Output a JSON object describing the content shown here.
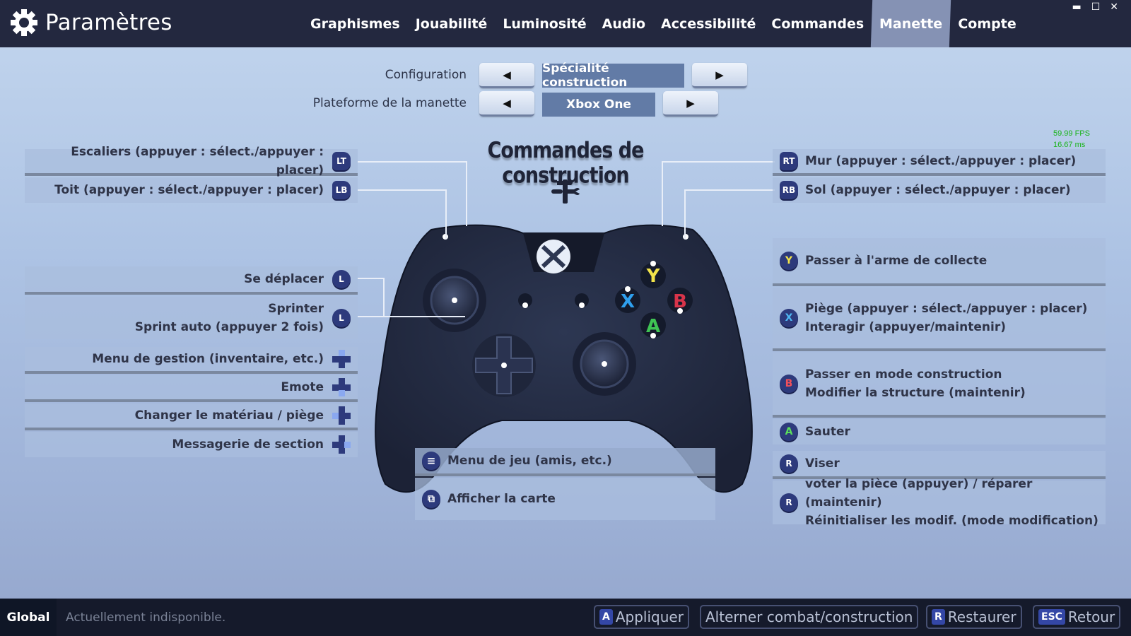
{
  "header": {
    "title": "Paramètres",
    "tabs": [
      {
        "label": "Graphismes",
        "active": false
      },
      {
        "label": "Jouabilité",
        "active": false
      },
      {
        "label": "Luminosité",
        "active": false
      },
      {
        "label": "Audio",
        "active": false
      },
      {
        "label": "Accessibilité",
        "active": false
      },
      {
        "label": "Commandes",
        "active": false
      },
      {
        "label": "Manette",
        "active": true
      },
      {
        "label": "Compte",
        "active": false
      }
    ],
    "window_controls": {
      "minimize": "▬",
      "maximize": "☐",
      "close": "✕"
    }
  },
  "config": {
    "configuration": {
      "label": "Configuration",
      "value": "Spécialité construction",
      "prev": "◀",
      "next": "▶"
    },
    "platform": {
      "label": "Plateforme de la manette",
      "value": "Xbox One",
      "prev": "◀",
      "next": "▶"
    }
  },
  "perf": {
    "fps": "59.99 FPS",
    "ms": "16.67 ms"
  },
  "section": {
    "title": "Commandes de construction",
    "icon": "hammer-wrench-icon"
  },
  "left_bindings": [
    {
      "button": "LT",
      "lines": [
        "Escaliers (appuyer : sélect./appuyer : placer)"
      ]
    },
    {
      "button": "LB",
      "lines": [
        "Toit (appuyer : sélect./appuyer : placer)"
      ]
    },
    {
      "button": "L",
      "lines": [
        "Se déplacer"
      ]
    },
    {
      "button": "L",
      "lines": [
        "Sprinter",
        "Sprint auto (appuyer 2 fois)"
      ]
    },
    {
      "button": "dpad-up",
      "lines": [
        "Menu de gestion (inventaire, etc.)"
      ]
    },
    {
      "button": "dpad-down",
      "lines": [
        "Emote"
      ]
    },
    {
      "button": "dpad-left",
      "lines": [
        "Changer le matériau / piège"
      ]
    },
    {
      "button": "dpad-right",
      "lines": [
        "Messagerie de section"
      ]
    }
  ],
  "right_bindings": [
    {
      "button": "RT",
      "lines": [
        "Mur (appuyer : sélect./appuyer : placer)"
      ]
    },
    {
      "button": "RB",
      "lines": [
        "Sol (appuyer : sélect./appuyer : placer)"
      ]
    },
    {
      "button": "Y",
      "color": "#f2e34a",
      "lines": [
        "Passer à l'arme de collecte"
      ]
    },
    {
      "button": "X",
      "color": "#4fb6f2",
      "lines": [
        "Piège (appuyer : sélect./appuyer : placer)",
        "Interagir (appuyer/maintenir)"
      ]
    },
    {
      "button": "B",
      "color": "#f2505a",
      "lines": [
        "Passer en mode construction",
        "Modifier la structure (maintenir)"
      ]
    },
    {
      "button": "A",
      "color": "#5be05b",
      "lines": [
        "Sauter"
      ]
    },
    {
      "button": "R",
      "lines": [
        "Viser"
      ]
    },
    {
      "button": "R",
      "lines": [
        "voter la pièce (appuyer) / réparer (maintenir)",
        "Réinitialiser les modif. (mode modification)"
      ]
    }
  ],
  "center_bindings": [
    {
      "button": "menu",
      "glyph": "≡",
      "lines": [
        "Menu de jeu (amis, etc.)"
      ]
    },
    {
      "button": "view",
      "glyph": "⧉",
      "lines": [
        "Afficher la carte"
      ]
    }
  ],
  "footer": {
    "global": "Global",
    "status": "Actuellement indisponible.",
    "buttons": [
      {
        "key": "A",
        "label": "Appliquer"
      },
      {
        "key": "",
        "label": "Alterner combat/construction"
      },
      {
        "key": "R",
        "label": "Restaurer"
      },
      {
        "key": "ESC",
        "label": "Retour"
      }
    ]
  },
  "colors": {
    "topbar": "#23283f",
    "active_tab": "#8592b4",
    "value_box": "#627ba6",
    "footer": "#151a2b",
    "fps": "#19b419"
  }
}
